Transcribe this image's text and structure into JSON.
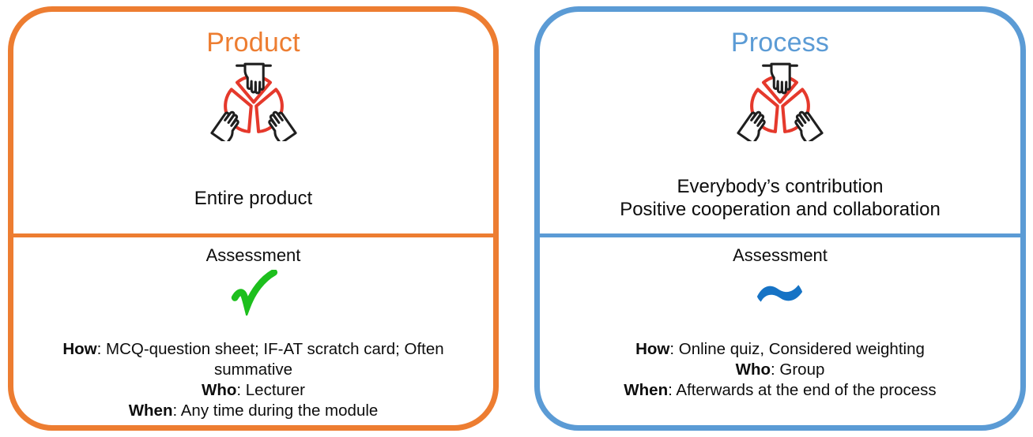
{
  "slide": {
    "background": "#ffffff",
    "layout": "two-card comparison of assessment targets"
  },
  "colors": {
    "product_accent": "#ED7D31",
    "process_accent": "#5B9BD5",
    "icon_red": "#E5392C",
    "icon_black": "#1F1F1F",
    "checkmark_green": "#1DBF1D",
    "tilde_blue": "#1673C5",
    "text": "#0D0D0D"
  },
  "cards": [
    {
      "title": "Product",
      "accent": "#ED7D31",
      "icon": "hands-holding-circle",
      "description_lines": [
        "Entire product"
      ],
      "assessment_label": "Assessment",
      "mark": "checkmark",
      "details": [
        {
          "label": "How",
          "rest": ": MCQ-question sheet; IF-AT scratch card; Often summative"
        },
        {
          "label": "Who",
          "rest": ": Lecturer"
        },
        {
          "label": "When",
          "rest": ": Any time during the module"
        }
      ]
    },
    {
      "title": "Process",
      "accent": "#5B9BD5",
      "icon": "hands-holding-circle",
      "description_lines": [
        "Everybody’s contribution",
        "Positive cooperation and collaboration"
      ],
      "assessment_label": "Assessment",
      "mark": "tilde-wave",
      "details": [
        {
          "label": "How",
          "rest": ": Online quiz, Considered weighting"
        },
        {
          "label": "Who",
          "rest": ": Group"
        },
        {
          "label": "When",
          "rest": ": Afterwards at the end of the process"
        }
      ]
    }
  ]
}
